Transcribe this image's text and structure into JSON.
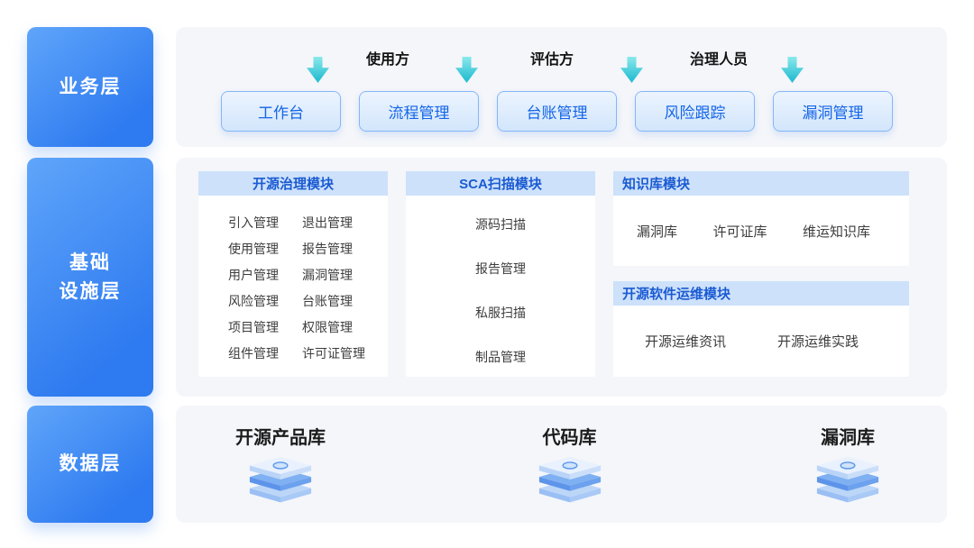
{
  "colors": {
    "layer_gradient_start": "#5fa5fa",
    "layer_gradient_end": "#2e7af0",
    "panel_bg": "#f4f6fa",
    "button_bg": "#d9e9fd",
    "button_border": "#85b6f8",
    "button_text": "#1565e8",
    "module_title_bg": "#cde1fa",
    "module_title_text": "#1b5bd2",
    "arrow_teal": "#2bbfd3",
    "item_text": "#3d3d3d"
  },
  "layers": {
    "business": {
      "label": "业务层"
    },
    "infrastructure": {
      "label": "基础\n设施层"
    },
    "data": {
      "label": "数据层"
    }
  },
  "business": {
    "roles": [
      "使用方",
      "评估方",
      "治理人员"
    ],
    "buttons": [
      "工作台",
      "流程管理",
      "台账管理",
      "风险跟踪",
      "漏洞管理"
    ]
  },
  "infrastructure": {
    "modules": [
      {
        "title": "开源治理模块",
        "items": [
          "引入管理",
          "退出管理",
          "使用管理",
          "报告管理",
          "用户管理",
          "漏洞管理",
          "风险管理",
          "台账管理",
          "项目管理",
          "权限管理",
          "组件管理",
          "许可证管理"
        ]
      },
      {
        "title": "SCA扫描模块",
        "items": [
          "源码扫描",
          "报告管理",
          "私服扫描",
          "制品管理"
        ]
      },
      {
        "title": "知识库模块",
        "items": [
          "漏洞库",
          "许可证库",
          "维运知识库"
        ]
      },
      {
        "title": "开源软件运维模块",
        "items": [
          "开源运维资讯",
          "开源运维实践"
        ]
      }
    ]
  },
  "data_layer": {
    "databases": [
      "开源产品库",
      "代码库",
      "漏洞库"
    ]
  }
}
